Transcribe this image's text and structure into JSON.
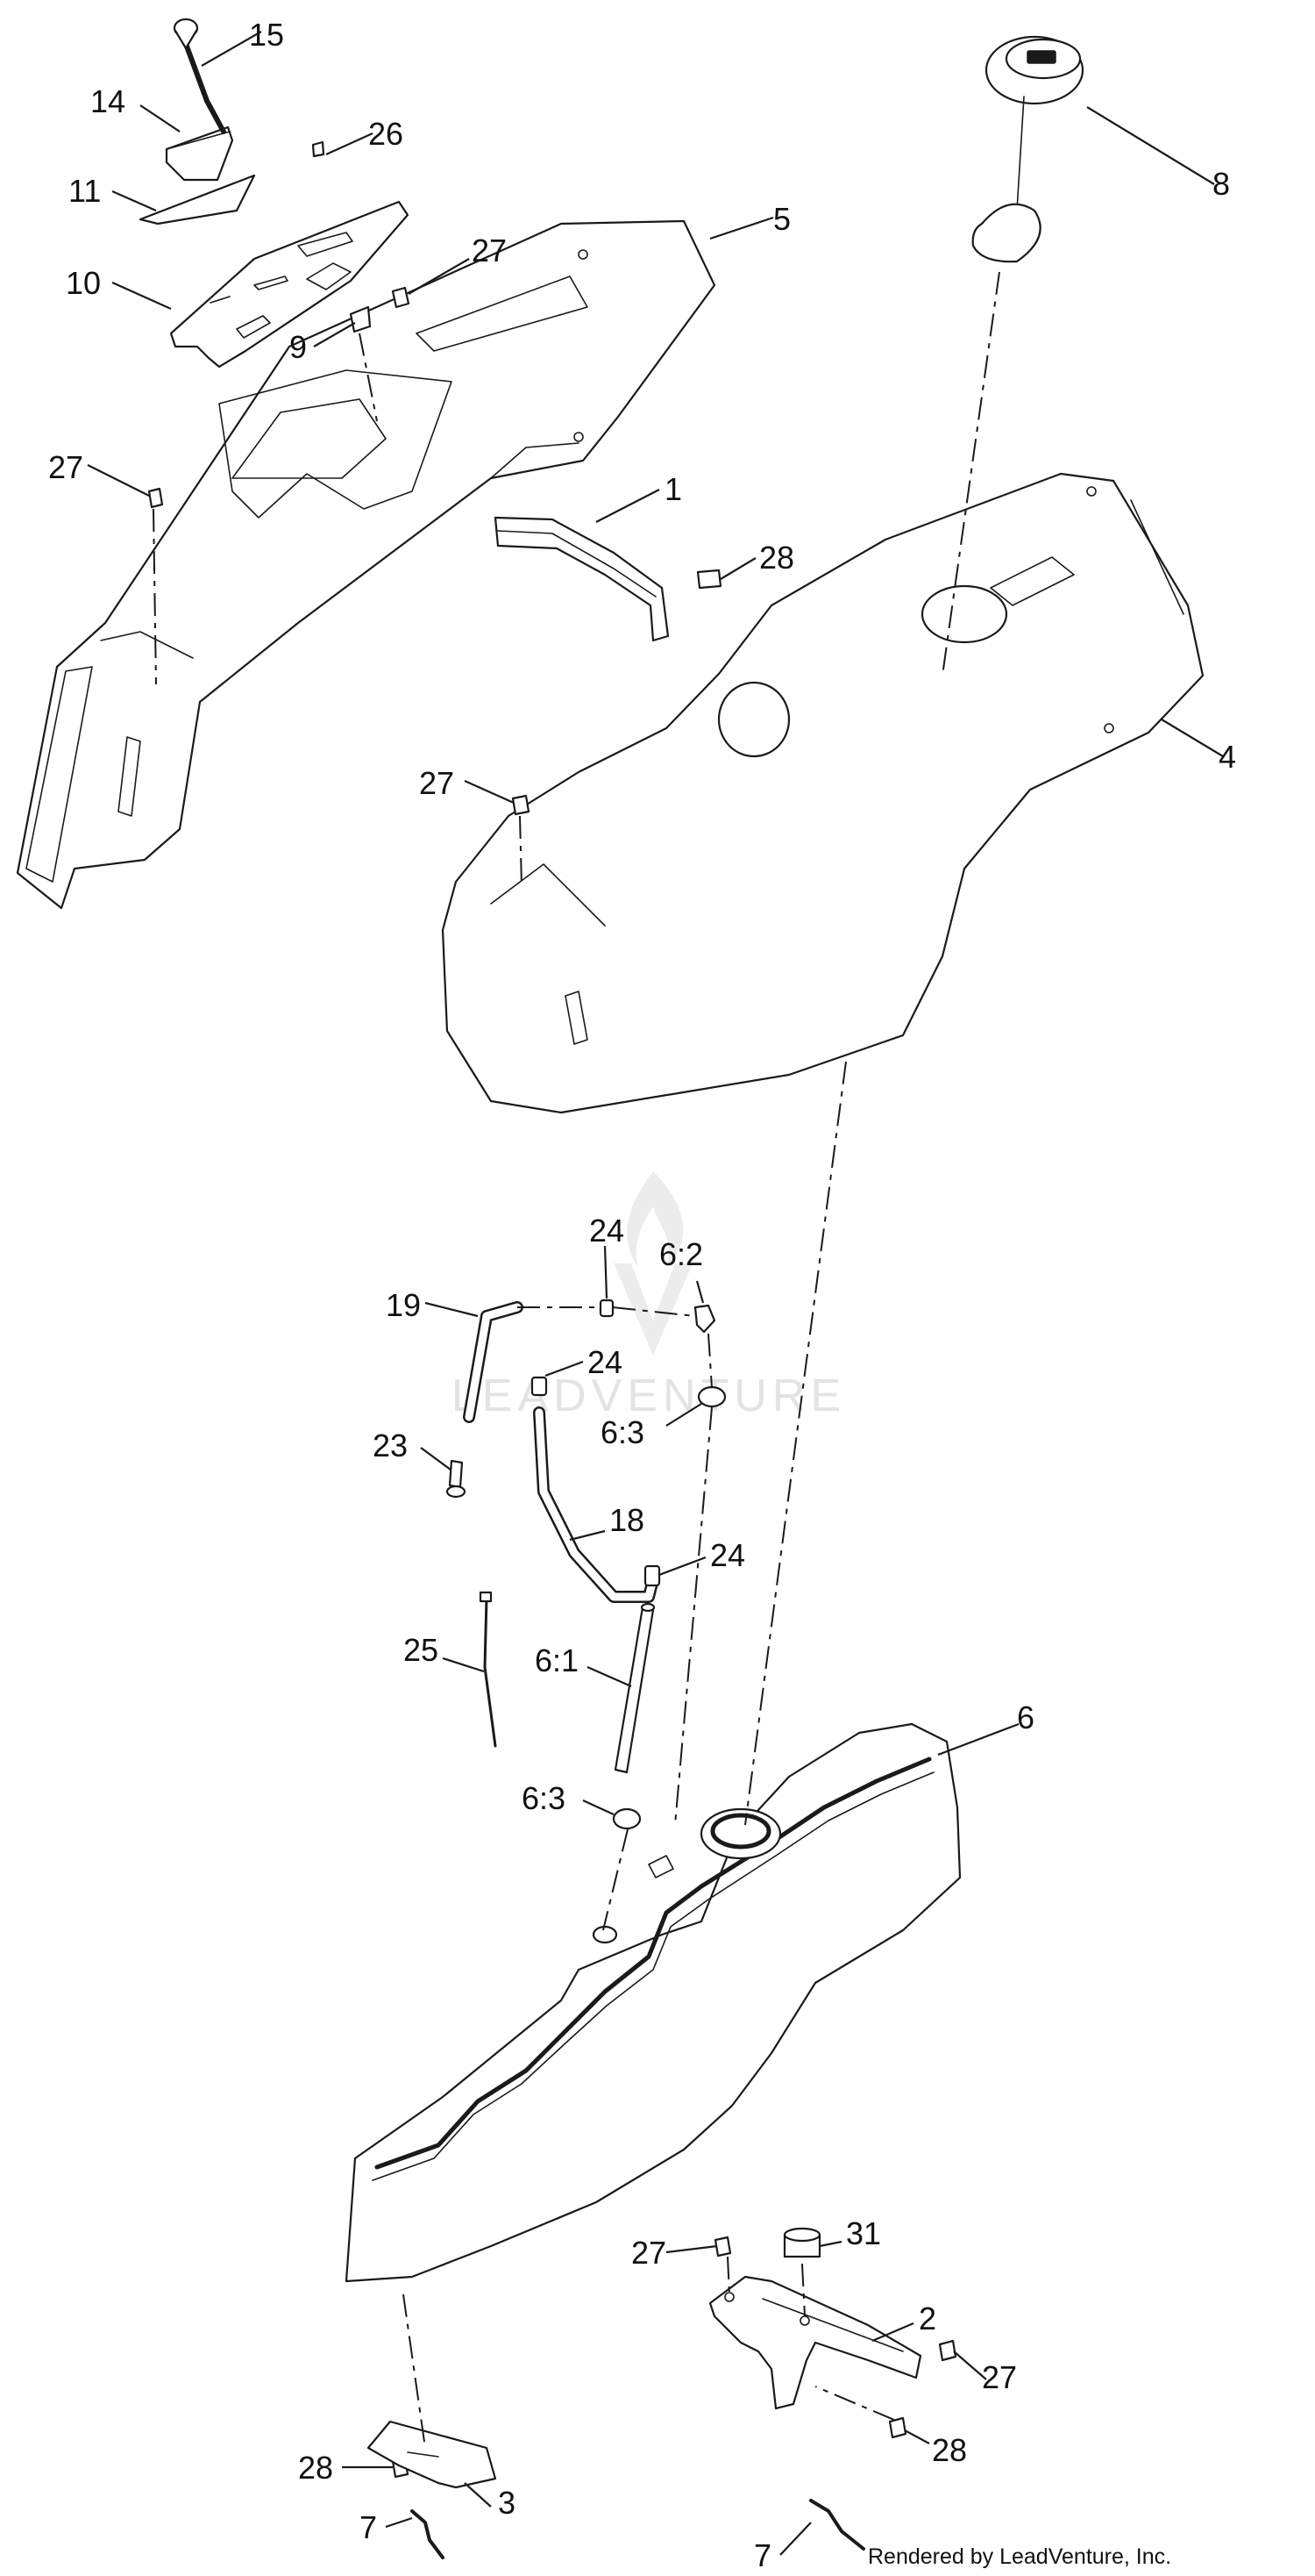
{
  "callouts": {
    "c1": "1",
    "c2": "2",
    "c3": "3",
    "c4": "4",
    "c5": "5",
    "c6": "6",
    "c6_1": "6:1",
    "c6_2": "6:2",
    "c6_3a": "6:3",
    "c6_3b": "6:3",
    "c7a": "7",
    "c7b": "7",
    "c8": "8",
    "c9": "9",
    "c10": "10",
    "c11": "11",
    "c14": "14",
    "c15": "15",
    "c18": "18",
    "c19": "19",
    "c23": "23",
    "c24a": "24",
    "c24b": "24",
    "c24c": "24",
    "c25": "25",
    "c26": "26",
    "c27a": "27",
    "c27b": "27",
    "c27c": "27",
    "c27d": "27",
    "c27e": "27",
    "c28a": "28",
    "c28b": "28",
    "c28c": "28",
    "c31": "31"
  },
  "watermark": {
    "text": "LEADVENTURE"
  },
  "credit": "Rendered by LeadVenture, Inc.",
  "colors": {
    "line": "#1a1a1a",
    "background": "#ffffff",
    "watermark": "#e3e3e3"
  }
}
